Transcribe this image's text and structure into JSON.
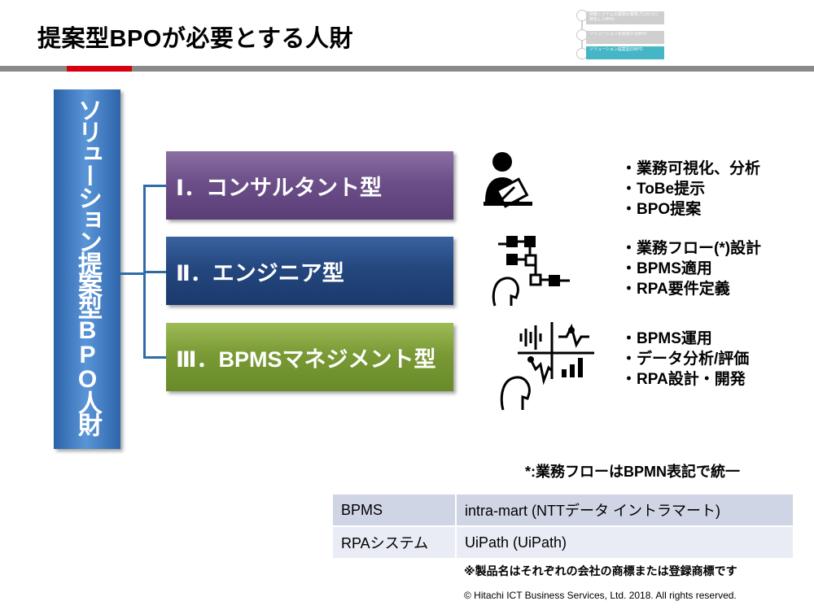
{
  "title": "提案型BPOが必要とする人財",
  "nav": {
    "items": [
      "情報システムの業務の業務プロセスに特化したBPO",
      "ソリューションを創造するBPO",
      "ソリューション提案型のBPO"
    ],
    "active_index": 2
  },
  "vertical_label": "ソリューション提案型BPO人財",
  "types": [
    {
      "label": "Ⅰ．コンサルタント型",
      "color": "#6c4f88",
      "bullets": [
        "・業務可視化、分析",
        "・ToBe提示",
        "・BPO提案"
      ]
    },
    {
      "label": "Ⅱ．エンジニア型",
      "color": "#24477f",
      "bullets": [
        "・業務フロー(*)設計",
        "・BPMS適用",
        "・RPA要件定義"
      ]
    },
    {
      "label": "Ⅲ．BPMSマネジメント型",
      "color": "#7a9a35",
      "bullets": [
        "・BPMS運用",
        "・データ分析/評価",
        "・RPA設計・開発"
      ]
    }
  ],
  "icons": [
    "consultant-icon",
    "flowchart-person-icon",
    "analytics-person-icon"
  ],
  "footnote": "*:業務フローはBPMN表記で統一",
  "table": [
    {
      "label": "BPMS",
      "value": "intra-mart (NTTデータ イントラマート)"
    },
    {
      "label": "RPAシステム",
      "value": "UiPath (UiPath)"
    }
  ],
  "trademark_note": "※製品名はそれぞれの会社の商標または登録商標です",
  "copyright": "© Hitachi ICT Business Services, Ltd. 2018. All rights reserved.",
  "colors": {
    "accent_red": "#d7000f",
    "rule_gray": "#8a8a8a",
    "vertical_box": "#3a78c2"
  }
}
